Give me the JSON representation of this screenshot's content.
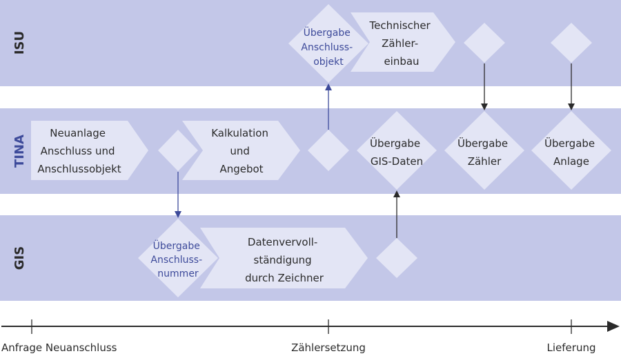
{
  "lanes": [
    {
      "id": "isu",
      "label": "ISU",
      "color": "#2a2a2a"
    },
    {
      "id": "tina",
      "label": "TINA",
      "color": "#3d4a9a"
    },
    {
      "id": "gis",
      "label": "GIS",
      "color": "#2a2a2a"
    }
  ],
  "steps": {
    "neuanlage": [
      "Neuanlage",
      "Anschluss und",
      "Anschlussobjekt"
    ],
    "kalkulation": [
      "Kalkulation",
      "und",
      "Angebot"
    ],
    "datenvervollstaendigung": [
      "Datenvervoll-",
      "ständigung",
      "durch Zeichner"
    ],
    "zaehlereinbau": [
      "Technischer",
      "Zähler-",
      "einbau"
    ]
  },
  "handovers": {
    "anschlussnummer": [
      "Übergabe",
      "Anschluss-",
      "nummer"
    ],
    "anschlussobjekt": [
      "Übergabe",
      "Anschluss-",
      "objekt"
    ],
    "gis_daten": [
      "Übergabe",
      "GIS-Daten"
    ],
    "zaehler": [
      "Übergabe",
      "Zähler"
    ],
    "anlage": [
      "Übergabe",
      "Anlage"
    ]
  },
  "timeline": {
    "start": "Anfrage Neuanschluss",
    "middle": "Zählersetzung",
    "end": "Lieferung"
  },
  "colors": {
    "lane": "#c3c7e8",
    "shape": "#e3e5f5",
    "text": "#2a2a2a",
    "accent": "#3d4a9a"
  }
}
